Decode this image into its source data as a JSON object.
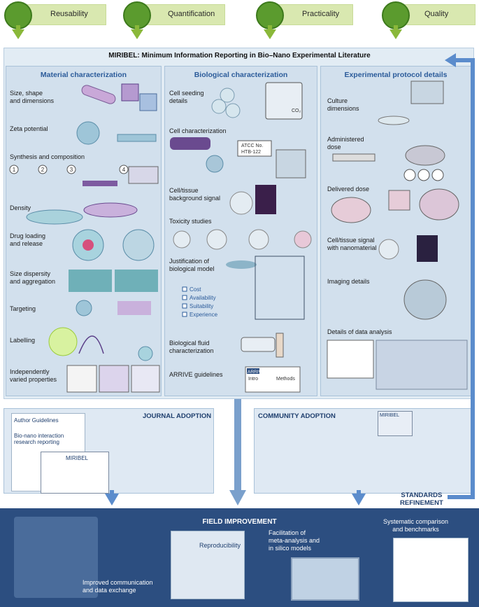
{
  "criteria": [
    "Reusability",
    "Quantification",
    "Practicality",
    "Quality"
  ],
  "title": "MIRIBEL: Minimum Information Reporting in Bio–Nano Experimental Literature",
  "columns": {
    "material": {
      "title": "Material characterization",
      "items": [
        [
          "Size, shape",
          "and dimensions"
        ],
        [
          "Zeta potential"
        ],
        [
          "Synthesis and composition"
        ],
        [
          "Density"
        ],
        [
          "Drug loading",
          "and release"
        ],
        [
          "Size dispersity",
          "and aggregation"
        ],
        [
          "Targeting"
        ],
        [
          "Labelling"
        ],
        [
          "Independently",
          "varied properties"
        ]
      ],
      "steps": [
        "1",
        "2",
        "3",
        "4"
      ]
    },
    "biological": {
      "title": "Biological characterization",
      "items": [
        [
          "Cell seeding",
          "details"
        ],
        [
          "Cell characterization"
        ],
        [
          "Cell/tissue",
          "background signal"
        ],
        [
          "Toxicity studies"
        ],
        [
          "Justification of",
          "biological model"
        ],
        [
          "Biological fluid",
          "characterization"
        ],
        [
          "ARRIVE guidelines"
        ]
      ],
      "atcc": [
        "ATCC No.",
        "HTB-122"
      ],
      "checklist": [
        "Cost",
        "Availability",
        "Suitability",
        "Experience"
      ],
      "arrive": {
        "logo": "ARRIVE",
        "intro": "Intro",
        "methods": "Methods"
      },
      "co2": "CO₂"
    },
    "protocol": {
      "title": "Experimental protocol details",
      "items": [
        [
          "Culture",
          "dimensions"
        ],
        [
          "Administered",
          "dose"
        ],
        [
          "Delivered dose"
        ],
        [
          "Cell/tissue signal",
          "with nanomaterial"
        ],
        [
          "Imaging details"
        ],
        [
          "Details of data analysis"
        ]
      ]
    }
  },
  "journal": {
    "title": "JOURNAL ADOPTION",
    "doc_lines": [
      "Author Guidelines",
      "Bio-nano interaction",
      "research reporting"
    ],
    "miribel": "MIRIBEL"
  },
  "community": {
    "title": "COMMUNITY ADOPTION",
    "banner": "MIRIBEL"
  },
  "standards": [
    "STANDARDS",
    "REFINEMENT"
  ],
  "field": {
    "title": "FIELD IMPROVEMENT",
    "items": [
      [
        "Improved communication",
        "and data exchange"
      ],
      [
        "Reproducibility"
      ],
      [
        "Facilitation of",
        "meta-analysis and",
        "in silico models"
      ],
      [
        "Systematic comparison",
        "and benchmarks"
      ]
    ]
  },
  "colors": {
    "green": "#8ab83a",
    "panel": "#d2e0ed",
    "title_blue": "#2b5b9a",
    "field_blue": "#2c4e80",
    "arrow_blue": "#5b8ccc"
  }
}
